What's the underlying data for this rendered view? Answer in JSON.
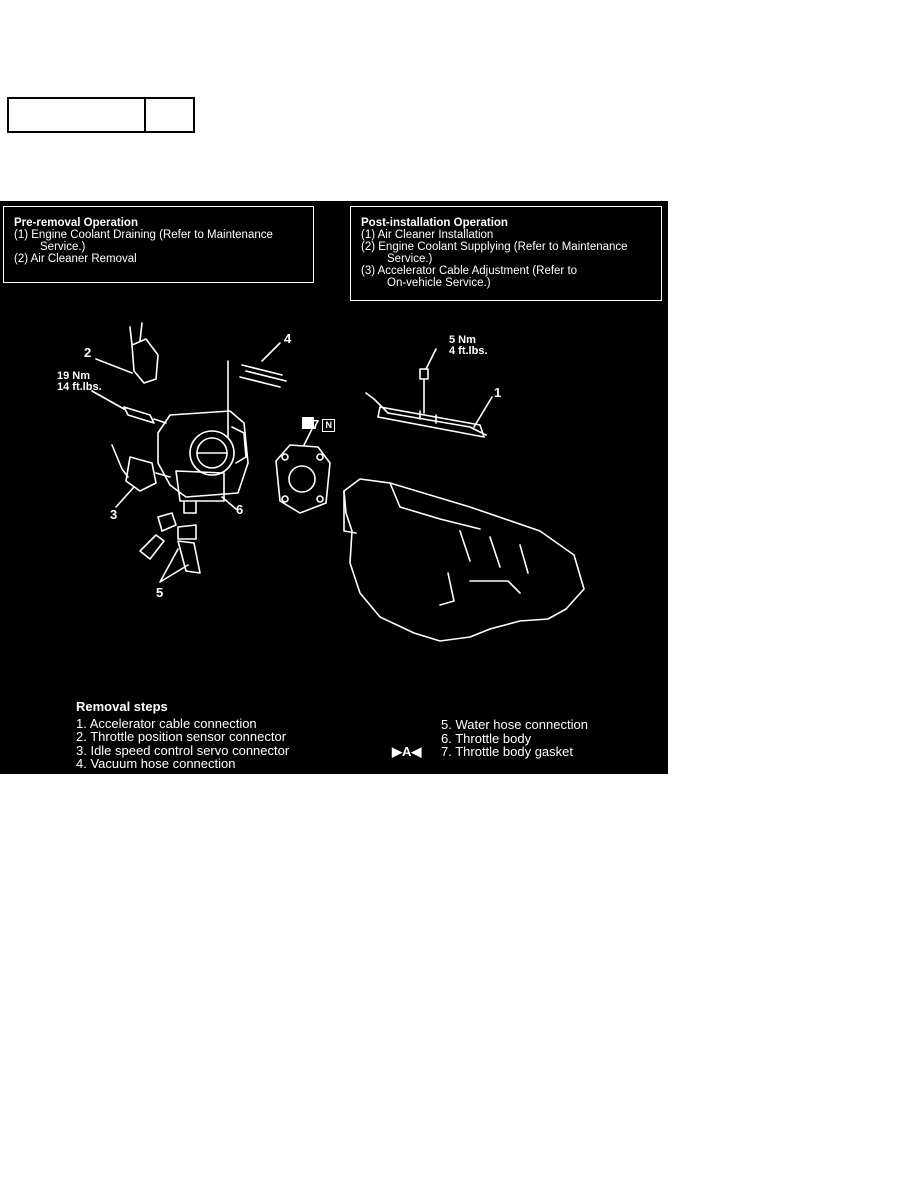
{
  "pre_removal": {
    "title": "Pre-removal Operation",
    "lines": [
      "(1)  Engine Coolant Draining (Refer to Maintenance",
      "Service.)",
      "(2)  Air Cleaner Removal"
    ]
  },
  "post_installation": {
    "title": "Post-installation Operation",
    "lines": [
      "(1)  Air Cleaner Installation",
      "(2)  Engine Coolant Supplying (Refer to Maintenance",
      "Service.)",
      "(3)  Accelerator Cable Adjustment (Refer to",
      "On-vehicle Service.)"
    ]
  },
  "callouts": {
    "c1": "1",
    "c2": "2",
    "c3": "3",
    "c4": "4",
    "c5": "5",
    "c6": "6",
    "c7": "7",
    "c7_badge": "N"
  },
  "torque": {
    "t19_nm": "19 Nm",
    "t19_ft": "14 ft.lbs.",
    "t5_nm": "5 Nm",
    "t5_ft": "4 ft.lbs."
  },
  "removal_steps": {
    "title": "Removal steps",
    "left": [
      "1. Accelerator cable connection",
      "2. Throttle position sensor connector",
      "3. Idle speed control servo connector",
      "4. Vacuum hose connection"
    ],
    "right": [
      "5. Water hose connection",
      "6. Throttle body",
      "7. Throttle body gasket"
    ],
    "marker": "▶A◀"
  }
}
